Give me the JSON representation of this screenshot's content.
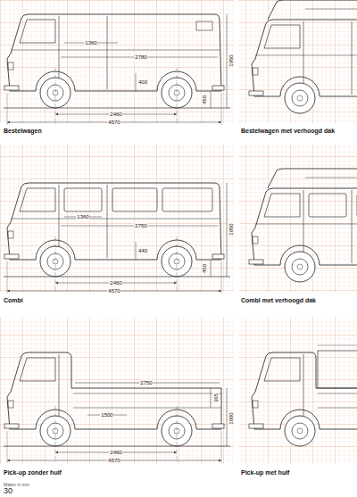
{
  "diagram": {
    "labels": [
      "1360",
      "2780",
      "400",
      "1950",
      "450",
      "2460",
      "4570",
      "Bestelwagen",
      "Bestelwagen met verhoogd dak",
      "1360",
      "2750",
      "440",
      "1950",
      "450",
      "2460",
      "4570",
      "Combi",
      "Combi met verhoogd dak",
      "2750",
      "365",
      "1000",
      "1500",
      "2460",
      "4570",
      "Pick-up zonder huif",
      "Pick-up met huif",
      "Maten in mm",
      "30"
    ]
  }
}
